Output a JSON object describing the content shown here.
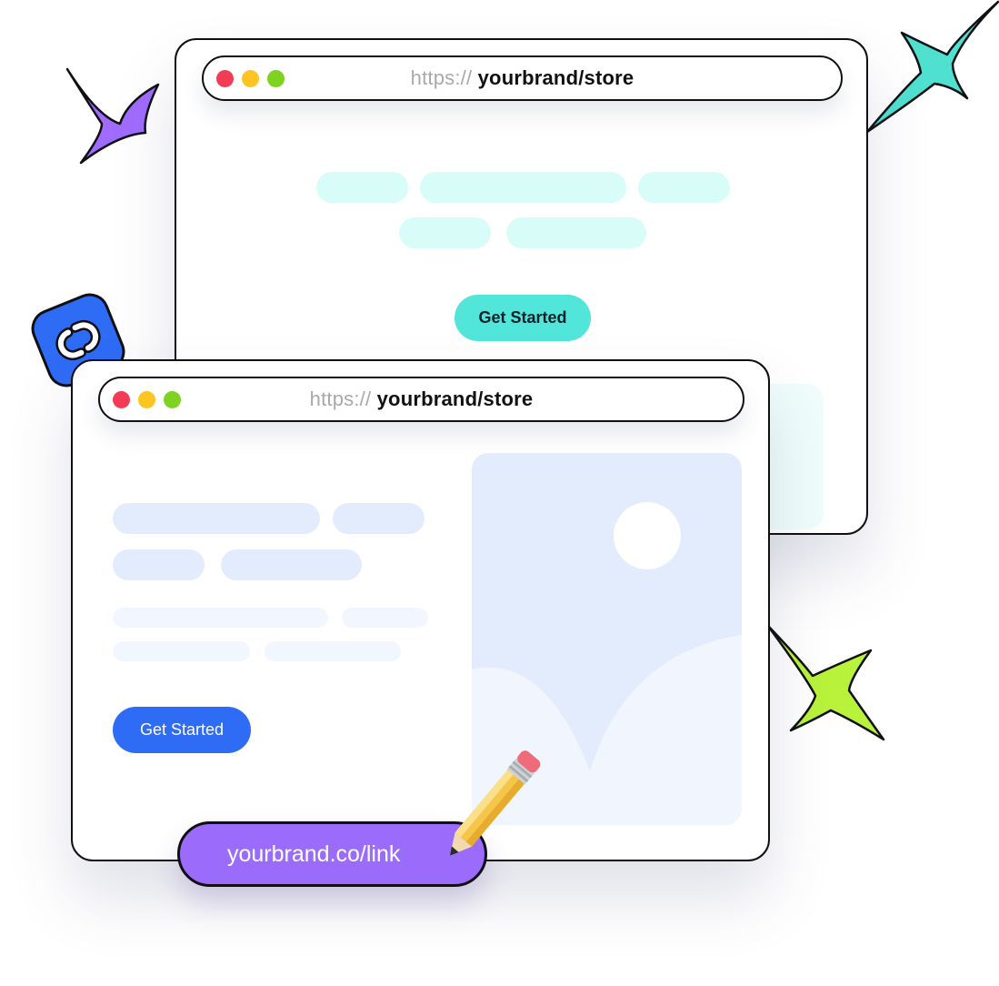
{
  "back_window": {
    "url_protocol": "https://",
    "url_path": "yourbrand/store",
    "cta_label": "Get Started"
  },
  "front_window": {
    "url_protocol": "https://",
    "url_path": "yourbrand/store",
    "cta_label": "Get Started"
  },
  "short_link": {
    "label": "yourbrand.co/link"
  },
  "colors": {
    "window_dot_red": "#f23b54",
    "window_dot_yellow": "#fcc521",
    "window_dot_green": "#7ed321",
    "back_cta": "#52e5d9",
    "front_cta": "#2f6cf6",
    "short_link_pill": "#9b6cfb",
    "link_badge": "#2f6cf6",
    "sparkle_purple": "#a06cff",
    "sparkle_teal": "#4fe0d0",
    "sparkle_lime": "#b8f23a"
  },
  "icons": [
    "link-badge-icon",
    "pencil-icon",
    "sparkle-icon"
  ]
}
